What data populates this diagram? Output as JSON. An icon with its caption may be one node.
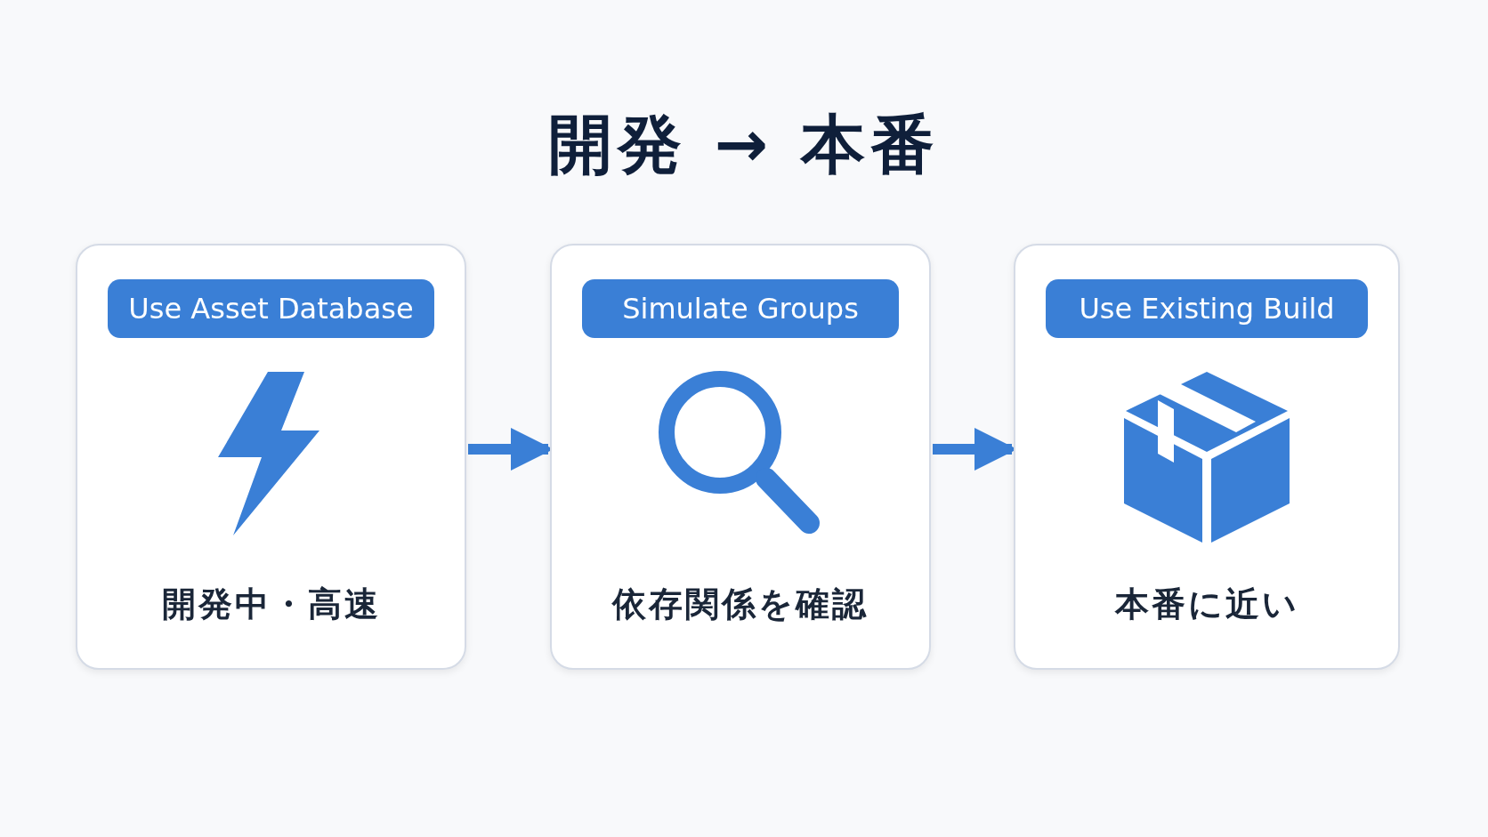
{
  "diagram": {
    "title": "開発 → 本番",
    "nodes": [
      {
        "text": [
          "Use Asset Database",
          "開発中・高速"
        ]
      },
      {
        "text": [
          "Simulate Groups",
          "依存関係を確認"
        ]
      },
      {
        "text": [
          "Use Existing Build",
          "本番に近い"
        ]
      }
    ],
    "edges": [
      {
        "from": 0,
        "to": 1,
        "arrow": "to"
      },
      {
        "from": 1,
        "to": 2,
        "arrow": "to"
      }
    ]
  }
}
